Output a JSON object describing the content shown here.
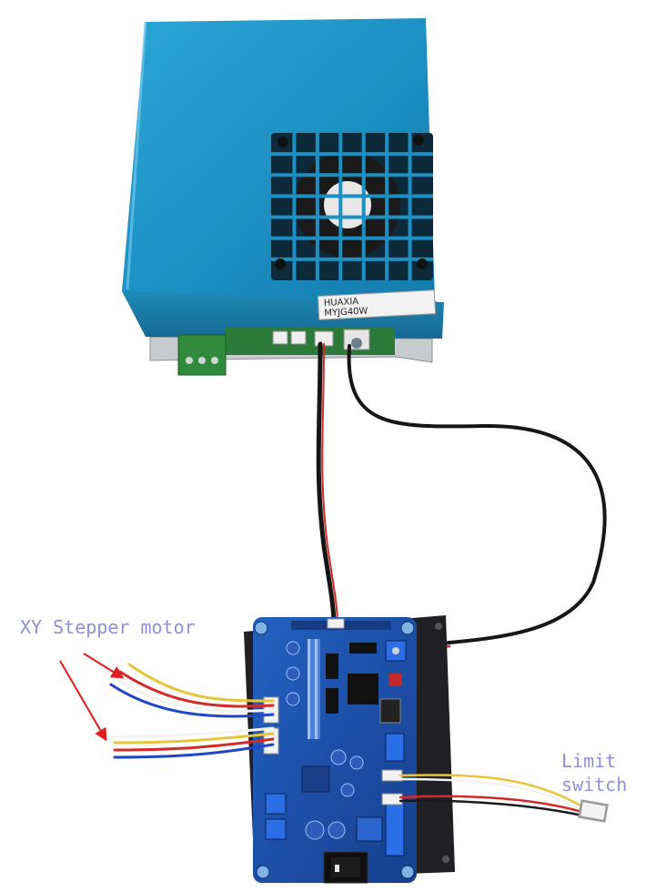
{
  "labels": {
    "stepper": "XY Stepper motor",
    "limit_line1": "Limit",
    "limit_line2": "switch"
  },
  "psu": {
    "brand": "HUAXIA",
    "model": "MYJG40W"
  },
  "colors": {
    "psu_blue": "#1d8fc2",
    "psu_blue_dark": "#136a93",
    "board_blue": "#1a4fa8",
    "board_dark": "#1f1f24",
    "terminal_green": "#2f8a3c",
    "annotation": "#8f8fd6",
    "arrow_red": "#e21c1c"
  }
}
